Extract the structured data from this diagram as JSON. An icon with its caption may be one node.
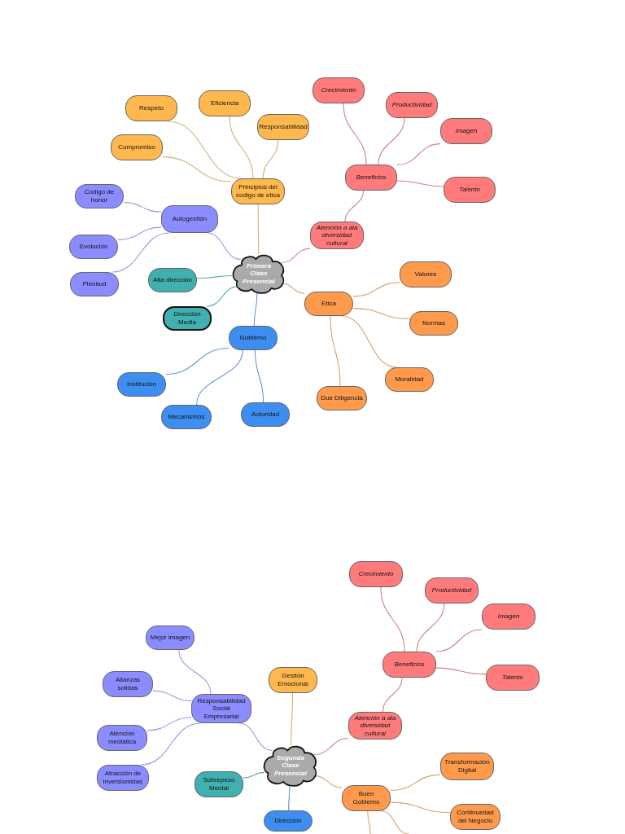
{
  "diagram": {
    "nodes": [
      {
        "text": [
          "Primera Clase Presencial"
        ]
      },
      {
        "text": [
          "Principios del codigo de etica"
        ]
      },
      {
        "text": [
          "Respeto"
        ]
      },
      {
        "text": [
          "Eficiencia"
        ]
      },
      {
        "text": [
          "Responsabilidad"
        ]
      },
      {
        "text": [
          "Compromiso"
        ]
      },
      {
        "text": [
          "Autogestión"
        ]
      },
      {
        "text": [
          "Codigo de honor"
        ]
      },
      {
        "text": [
          "Evolución"
        ]
      },
      {
        "text": [
          "Plenitud"
        ]
      },
      {
        "text": [
          "Alta dirección"
        ]
      },
      {
        "text": [
          "Dirección Media"
        ]
      },
      {
        "text": [
          "Gobierno"
        ]
      },
      {
        "text": [
          "Institución"
        ]
      },
      {
        "text": [
          "Mecanismos"
        ]
      },
      {
        "text": [
          "Autoridad"
        ]
      },
      {
        "text": [
          "Etica"
        ]
      },
      {
        "text": [
          "Valores"
        ]
      },
      {
        "text": [
          "Normas"
        ]
      },
      {
        "text": [
          "Moralidad"
        ]
      },
      {
        "text": [
          "Due Diligencia"
        ]
      },
      {
        "text": [
          "Atención a ala diversidad cultural"
        ]
      },
      {
        "text": [
          "Beneficios"
        ]
      },
      {
        "text": [
          "Crecimiento"
        ]
      },
      {
        "text": [
          "Productividad"
        ]
      },
      {
        "text": [
          "Imagen"
        ]
      },
      {
        "text": [
          "Talento"
        ]
      },
      {
        "text": [
          "Segunda Clase Presencial"
        ]
      },
      {
        "text": [
          "Responsabilidad Social Empresarial"
        ]
      },
      {
        "text": [
          "Mejor imagen"
        ]
      },
      {
        "text": [
          "Alianzas solidas"
        ]
      },
      {
        "text": [
          "Atención mediatica"
        ]
      },
      {
        "text": [
          "Atracción de inversionistas"
        ]
      },
      {
        "text": [
          "Gestión Emocional"
        ]
      },
      {
        "text": [
          "Sobrepeso Mental"
        ]
      },
      {
        "text": [
          "Dirección"
        ]
      },
      {
        "text": [
          "Atención a ala diversidad cultural"
        ]
      },
      {
        "text": [
          "Beneficios"
        ]
      },
      {
        "text": [
          "Crecimiento"
        ]
      },
      {
        "text": [
          "Productividad"
        ]
      },
      {
        "text": [
          "Imagen"
        ]
      },
      {
        "text": [
          "Talento"
        ]
      },
      {
        "text": [
          "Buen Gobierno"
        ]
      },
      {
        "text": [
          "Transformación Digital"
        ]
      },
      {
        "text": [
          "Continuedad del Negocio"
        ]
      }
    ],
    "edges": [
      {
        "from": 0,
        "to": 1,
        "arrow": "none",
        "color": "#d4b07a"
      },
      {
        "from": 0,
        "to": 6,
        "arrow": "none",
        "color": "#9a9ae0"
      },
      {
        "from": 0,
        "to": 10,
        "arrow": "none",
        "color": "#5aa9a9"
      },
      {
        "from": 0,
        "to": 11,
        "arrow": "none",
        "color": "#5aa9a9"
      },
      {
        "from": 0,
        "to": 12,
        "arrow": "none",
        "color": "#6b94d8"
      },
      {
        "from": 0,
        "to": 16,
        "arrow": "none",
        "color": "#d9a070"
      },
      {
        "from": 0,
        "to": 21,
        "arrow": "none",
        "color": "#d08080"
      },
      {
        "from": 1,
        "to": 2,
        "arrow": "none",
        "color": "#d4b07a"
      },
      {
        "from": 1,
        "to": 3,
        "arrow": "none",
        "color": "#d4b07a"
      },
      {
        "from": 1,
        "to": 4,
        "arrow": "none",
        "color": "#d4b07a"
      },
      {
        "from": 1,
        "to": 5,
        "arrow": "none",
        "color": "#d4b07a"
      },
      {
        "from": 6,
        "to": 7,
        "arrow": "none",
        "color": "#9a9ae0"
      },
      {
        "from": 6,
        "to": 8,
        "arrow": "none",
        "color": "#9a9ae0"
      },
      {
        "from": 6,
        "to": 9,
        "arrow": "none",
        "color": "#9a9ae0"
      },
      {
        "from": 12,
        "to": 13,
        "arrow": "none",
        "color": "#6b94d8"
      },
      {
        "from": 12,
        "to": 14,
        "arrow": "none",
        "color": "#6b94d8"
      },
      {
        "from": 12,
        "to": 15,
        "arrow": "none",
        "color": "#6b94d8"
      },
      {
        "from": 16,
        "to": 17,
        "arrow": "none",
        "color": "#d9a070"
      },
      {
        "from": 16,
        "to": 18,
        "arrow": "none",
        "color": "#d9a070"
      },
      {
        "from": 16,
        "to": 19,
        "arrow": "none",
        "color": "#d9a070"
      },
      {
        "from": 16,
        "to": 20,
        "arrow": "none",
        "color": "#d9a070"
      },
      {
        "from": 21,
        "to": 22,
        "arrow": "none",
        "color": "#d08080"
      },
      {
        "from": 22,
        "to": 23,
        "arrow": "none",
        "color": "#d08080"
      },
      {
        "from": 22,
        "to": 24,
        "arrow": "none",
        "color": "#d08080"
      },
      {
        "from": 22,
        "to": 25,
        "arrow": "none",
        "color": "#d08080"
      },
      {
        "from": 22,
        "to": 26,
        "arrow": "none",
        "color": "#d08080"
      },
      {
        "from": 27,
        "to": 28,
        "arrow": "none",
        "color": "#9a9ae0"
      },
      {
        "from": 27,
        "to": 33,
        "arrow": "none",
        "color": "#d4b07a"
      },
      {
        "from": 27,
        "to": 34,
        "arrow": "none",
        "color": "#5aa9a9"
      },
      {
        "from": 27,
        "to": 35,
        "arrow": "none",
        "color": "#6b94d8"
      },
      {
        "from": 27,
        "to": 36,
        "arrow": "none",
        "color": "#d08080"
      },
      {
        "from": 27,
        "to": 42,
        "arrow": "none",
        "color": "#d9a070"
      },
      {
        "from": 28,
        "to": 29,
        "arrow": "none",
        "color": "#9a9ae0"
      },
      {
        "from": 28,
        "to": 30,
        "arrow": "none",
        "color": "#9a9ae0"
      },
      {
        "from": 28,
        "to": 31,
        "arrow": "none",
        "color": "#9a9ae0"
      },
      {
        "from": 28,
        "to": 32,
        "arrow": "none",
        "color": "#9a9ae0"
      },
      {
        "from": 36,
        "to": 37,
        "arrow": "none",
        "color": "#d08080"
      },
      {
        "from": 37,
        "to": 38,
        "arrow": "none",
        "color": "#d08080"
      },
      {
        "from": 37,
        "to": 39,
        "arrow": "none",
        "color": "#d08080"
      },
      {
        "from": 37,
        "to": 40,
        "arrow": "none",
        "color": "#d08080"
      },
      {
        "from": 37,
        "to": 41,
        "arrow": "none",
        "color": "#d08080"
      },
      {
        "from": 42,
        "to": 43,
        "arrow": "none",
        "color": "#d9a070"
      },
      {
        "from": 42,
        "to": 44,
        "arrow": "none",
        "color": "#d9a070"
      },
      {
        "from": 42,
        "to": null,
        "arrow": "none",
        "color": "#d9a070"
      },
      {
        "from": 42,
        "to": null,
        "arrow": "none",
        "color": "#d9a070"
      }
    ]
  }
}
